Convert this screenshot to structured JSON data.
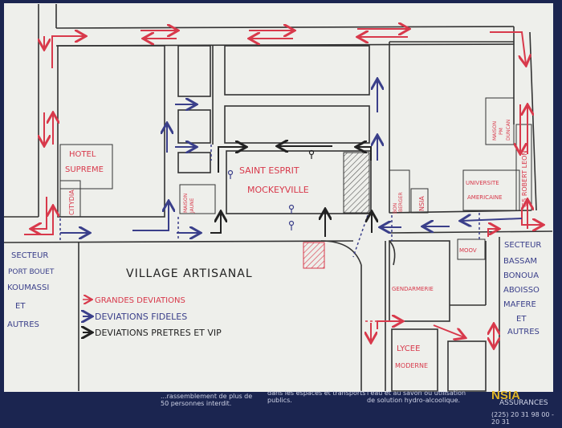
{
  "map": {
    "title": "VILLAGE ARTISANAL",
    "legend": [
      {
        "label": "GRANDES DEVIATIONS",
        "color": "#d8394b"
      },
      {
        "label": "DEVIATIONS FIDELES",
        "color": "#3a3f8a"
      },
      {
        "label": "DEVIATIONS PRETRES ET VIP",
        "color": "#222222"
      }
    ],
    "places": {
      "hotel": [
        "HOTEL",
        "SUPREME"
      ],
      "citydia": "CITYDIA",
      "maison_jaune": [
        "MAISON",
        "JAUNE"
      ],
      "church": [
        "SAINT ESPRIT",
        "MOCKEYVILLE"
      ],
      "bon_berger": [
        "BON",
        "BERGER"
      ],
      "nsia": "NSIA",
      "universite": [
        "UNIVERSITE",
        "AMERICAINE"
      ],
      "maison_pm": [
        "MAISON",
        "PM",
        "DUNCAN"
      ],
      "g5": "G5 ROBERT LEON",
      "moov": "MOOV",
      "gendarmerie": "GENDARMERIE",
      "lycee": [
        "LYCEE",
        "MODERNE"
      ]
    },
    "sector_left": [
      "SECTEUR",
      "PORT BOUET",
      "KOUMASSI",
      "ET",
      "AUTRES"
    ],
    "sector_right": [
      "SECTEUR",
      "BASSAM",
      "BONOUA",
      "ABOISSO",
      "MAFERE",
      "ET",
      "AUTRES"
    ]
  },
  "poster_footer": {
    "col1": [
      "...rassemblement de plus de",
      "50 personnes interdit."
    ],
    "col2": [
      "dans les espaces et transports",
      "publics."
    ],
    "col3": [
      "l'eau et au savon ou utilisation",
      "de solution hydro-alcoolique."
    ],
    "brand": "NSIA",
    "brand_sub": "ASSURANCES",
    "phone": "(225) 20 31 98 00 - 20 31"
  }
}
